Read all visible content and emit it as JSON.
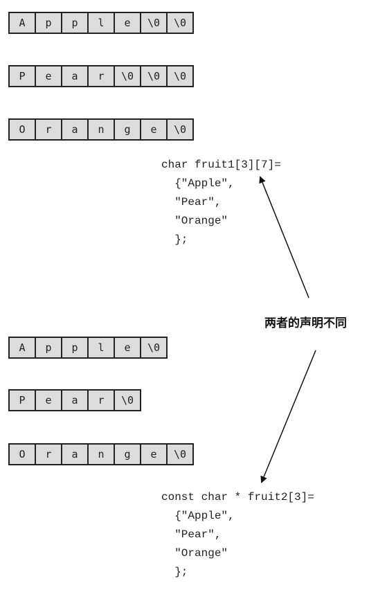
{
  "top_arrays": [
    [
      "A",
      "p",
      "p",
      "l",
      "e",
      "\\0",
      "\\0"
    ],
    [
      "P",
      "e",
      "a",
      "r",
      "\\0",
      "\\0",
      "\\0"
    ],
    [
      "O",
      "r",
      "a",
      "n",
      "g",
      "e",
      "\\0"
    ]
  ],
  "top_code": [
    "char fruit1[3][7]=",
    "  {\"Apple\",",
    "  \"Pear\",",
    "  \"Orange\"",
    "  };"
  ],
  "caption": "两者的声明不同",
  "bottom_arrays": [
    [
      "A",
      "p",
      "p",
      "l",
      "e",
      "\\0"
    ],
    [
      "P",
      "e",
      "a",
      "r",
      "\\0"
    ],
    [
      "O",
      "r",
      "a",
      "n",
      "g",
      "e",
      "\\0"
    ]
  ],
  "bottom_code": [
    "const char * fruit2[3]=",
    "  {\"Apple\",",
    "  \"Pear\",",
    "  \"Orange\"",
    "  };"
  ]
}
